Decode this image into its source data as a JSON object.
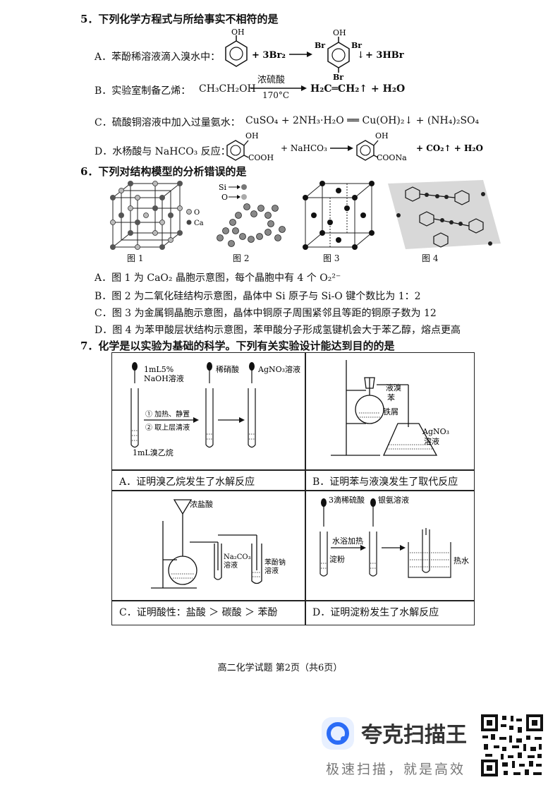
{
  "q5": {
    "stem": "5．下列化学方程式与所给事实不相符的是",
    "A": {
      "label": "A．苯酚稀溶液滴入溴水中：",
      "oh": "OH",
      "plus": "+ 3Br₂",
      "br": "Br",
      "down": "↓",
      "prod": "+ 3HBr"
    },
    "B": {
      "label": "B．实验室制备乙烯：",
      "reactant": "CH₃CH₂OH",
      "top": "浓硫酸",
      "bottom": "170°C",
      "product": "H₂C═CH₂↑ + H₂O"
    },
    "C": {
      "label": "C．硫酸铜溶液中加入过量氨水：",
      "eq": "CuSO₄ + 2NH₃·H₂O ══ Cu(OH)₂↓ + (NH₄)₂SO₄"
    },
    "D": {
      "label": "D．水杨酸与 NaHCO₃ 反应：",
      "oh": "OH",
      "cooh": "COOH",
      "plus": "+ NaHCO₃",
      "coona": "COONa",
      "prod": "+ CO₂↑ + H₂O"
    }
  },
  "q6": {
    "stem": "6．下列对结构模型的分析错误的是",
    "legend": {
      "o": "O",
      "ca": "Ca",
      "si": "Si",
      "o2": "O"
    },
    "captions": [
      "图 1",
      "图 2",
      "图 3",
      "图 4"
    ],
    "options": [
      "A．图 1 为 CaO₂ 晶胞示意图，每个晶胞中有 4 个 O₂²⁻",
      "B．图 2 为二氧化硅结构示意图，晶体中 Si 原子与 Si-O 键个数比为 1：2",
      "C．图 3 为金属铜晶胞示意图，晶体中铜原子周围紧邻且等距的铜原子数为 12",
      "D．图 4 为苯甲酸层状结构示意图，苯甲酸分子形成氢键机会大于苯乙醇，熔点更高"
    ]
  },
  "q7": {
    "stem": "7．化学是以实验为基础的科学。下列有关实验设计能达到目的的是",
    "A": {
      "caption": "A．证明溴乙烷发生了水解反应",
      "l1": "1mL5%",
      "l2": "NaOH溶液",
      "l3": "稀硝酸",
      "l4": "AgNO₃溶液",
      "s1": "① 加热、静置",
      "s2": "② 取上层清液",
      "l5": "1mL溴乙烷"
    },
    "B": {
      "caption": "B．证明苯与液溴发生了取代反应",
      "l1": "液溴",
      "l2": "苯",
      "l3": "铁屑",
      "l4": "AgNO₃",
      "l5": "溶液"
    },
    "C": {
      "caption": "C．证明酸性：盐酸 ＞ 碳酸 ＞ 苯酚",
      "l1": "浓盐酸",
      "l2": "Na₂CO₃",
      "l3": "溶液",
      "l4": "苯酚钠",
      "l5": "溶液"
    },
    "D": {
      "caption": "D．证明淀粉发生了水解反应",
      "l1": "3滴稀硫酸",
      "l2": "银氨溶液",
      "l3": "水浴加热",
      "l4": "淀粉",
      "l5": "热水"
    }
  },
  "footer": "高二化学试题  第2页（共6页）",
  "watermark": {
    "brand": "夸克扫描王",
    "slogan": "极速扫描，就是高效"
  }
}
